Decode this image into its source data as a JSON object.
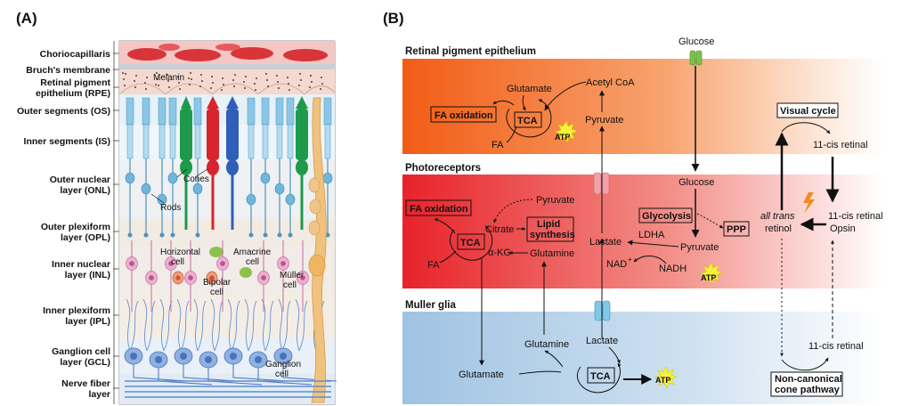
{
  "panels": {
    "a": "(A)",
    "b": "(B)"
  },
  "retina": {
    "layers": [
      {
        "name": "Choriocapillaris"
      },
      {
        "name": "Bruch's membrane"
      },
      {
        "name": "Retinal pigment epithelium (RPE)"
      },
      {
        "name": "Outer segments (OS)"
      },
      {
        "name": "Inner segments (IS)"
      },
      {
        "name": "Outer nuclear layer (ONL)"
      },
      {
        "name": "Outer plexiform layer (OPL)"
      },
      {
        "name": "Inner nuclear layer (INL)"
      },
      {
        "name": "Inner plexiform layer (IPL)"
      },
      {
        "name": "Ganglion cell layer (GCL)"
      },
      {
        "name": "Nerve fiber layer"
      }
    ],
    "layer_lines": [
      [
        "Choriocapillaris"
      ],
      [
        "Bruch's membrane"
      ],
      [
        "Retinal pigment",
        "epithelium (RPE)"
      ],
      [
        "Outer segments (OS)"
      ],
      [
        "Inner segments (IS)"
      ],
      [
        "Outer nuclear",
        "layer (ONL)"
      ],
      [
        "Outer plexiform",
        "layer (OPL)"
      ],
      [
        "Inner nuclear",
        "layer (INL)"
      ],
      [
        "Inner plexiform",
        "layer (IPL)"
      ],
      [
        "Ganglion cell",
        "layer (GCL)"
      ],
      [
        "Nerve fiber",
        "layer"
      ]
    ],
    "cell_labels": {
      "melanin": "Melanin",
      "cones": "Cones",
      "rods": "Rods",
      "horizontal": [
        "Horizontal",
        "cell"
      ],
      "amacrine": [
        "Amacrine",
        "cell"
      ],
      "bipolar": [
        "Bipolar",
        "cell"
      ],
      "muller": [
        "Müller",
        "cell"
      ],
      "ganglion": [
        "Ganglion",
        "cell"
      ]
    }
  },
  "pathway": {
    "sections": {
      "rpe": "Retinal pigment epithelium",
      "photo": "Photoreceptors",
      "muller": "Muller glia"
    },
    "rpe": {
      "glucose_top": "Glucose",
      "fa_oxidation": "FA oxidation",
      "glutamate": "Glutamate",
      "acetyl_coa": "Acetyl CoA",
      "tca": "TCA",
      "atp": "ATP",
      "pyruvate": "Pyruvate",
      "fa": "FA"
    },
    "photo": {
      "glucose": "Glucose",
      "fa_oxidation": "FA oxidation",
      "pyruvate_in": "Pyruvate",
      "citrate": "Citrate",
      "lipid_synthesis": [
        "Lipid",
        "synthesis"
      ],
      "tca": "TCA",
      "akg": "α-KG",
      "glutamine": "Glutamine",
      "fa": "FA",
      "glycolysis": "Glycolysis",
      "ppp": "PPP",
      "lactate": "Lactate",
      "ldha": "LDHA",
      "pyruvate": "Pyruvate",
      "nad": "NAD",
      "nad_sup": "+",
      "nadh": "NADH",
      "atp": "ATP"
    },
    "visual": {
      "cycle": "Visual cycle",
      "cis_retinal_1": "11-cis retinal",
      "all_trans": [
        "all trans",
        "retinol"
      ],
      "cis_retinal_opsin": [
        "11-cis retinal",
        "Opsin"
      ],
      "cis_retinal_2": "11-cis retinal",
      "noncanonical": [
        "Non-canonical",
        "cone pathway"
      ]
    },
    "muller": {
      "glutamine": "Glutamine",
      "lactate": "Lactate",
      "glutamate": "Glutamate",
      "tca": "TCA",
      "atp": "ATP"
    }
  },
  "colors": {
    "rpe_band": "#f26b22",
    "photo_band": "#ea2d2d",
    "muller_band": "#a9c9e4",
    "atp_burst": "#f5f03a",
    "rod": "#6fb6dc",
    "cone_green": "#1e9a4a",
    "cone_red": "#d8242c",
    "cone_blue": "#2f5fb8",
    "muller_cell": "#f1c27d",
    "ganglion": "#7a9dd6",
    "inl_cell": "#e9a0c6"
  }
}
